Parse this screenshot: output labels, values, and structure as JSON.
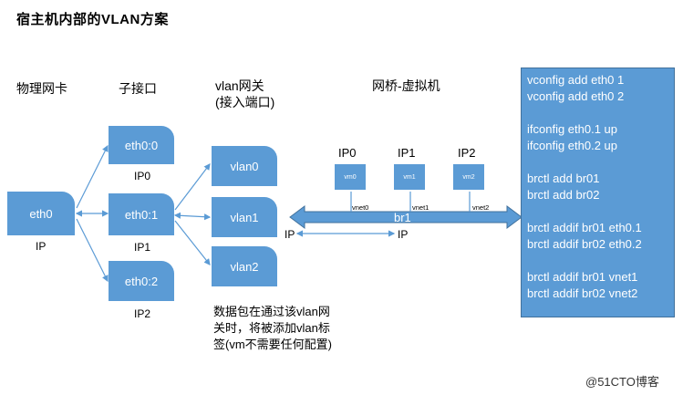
{
  "title": "宿主机内部的VLAN方案",
  "headers": {
    "nic": "物理网卡",
    "sub": "子接口",
    "vlan_line1": "vlan网关",
    "vlan_line2": "(接入端口)",
    "bridge": "网桥-虚拟机"
  },
  "physical": {
    "label": "eth0",
    "ip": "IP"
  },
  "subinterfaces": [
    {
      "label": "eth0:0",
      "ip": "IP0"
    },
    {
      "label": "eth0:1",
      "ip": "IP1"
    },
    {
      "label": "eth0:2",
      "ip": "IP2"
    }
  ],
  "vlans": [
    "vlan0",
    "vlan1",
    "vlan2"
  ],
  "vms": [
    {
      "ip": "IP0",
      "name": "vm0",
      "vnet": "vnet0"
    },
    {
      "ip": "IP1",
      "name": "vm1",
      "vnet": "vnet1"
    },
    {
      "ip": "IP2",
      "name": "vm2",
      "vnet": "vnet2"
    }
  ],
  "bridge": {
    "label": "br1",
    "ip_left": "IP",
    "ip_right": "IP"
  },
  "commands": [
    "vconfig add eth0 1",
    "vconfig add eth0 2",
    "",
    "ifconfig eth0.1 up",
    "ifconfig eth0.2 up",
    "",
    "brctl add br01",
    "brctl add br02",
    "",
    "brctl addif br01 eth0.1",
    "brctl addif br02 eth0.2",
    "",
    "brctl addif br01 vnet1",
    "brctl addif br02 vnet2"
  ],
  "note": "数据包在通过该vlan网关时，将被添加vlan标签(vm不需要任何配置)",
  "watermark": "@51CTO博客",
  "colors": {
    "node_fill": "#5b9bd5",
    "line": "#5b9bd5"
  }
}
